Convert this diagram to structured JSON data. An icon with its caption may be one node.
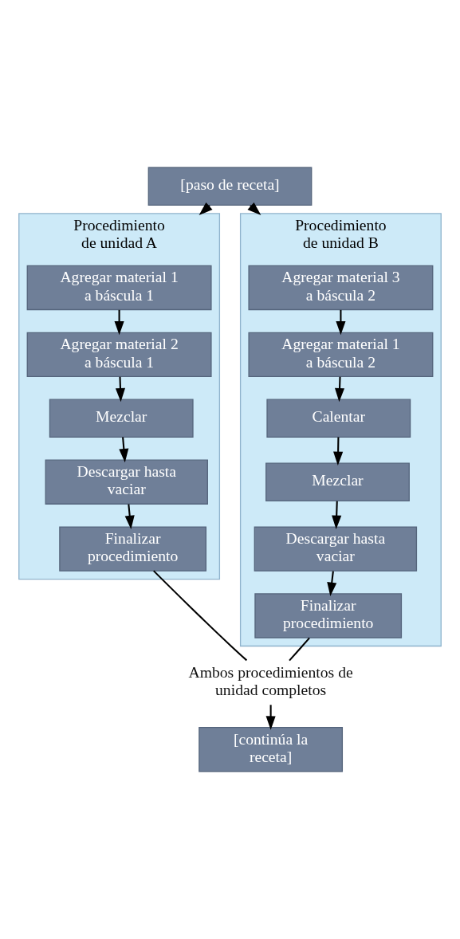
{
  "diagram": {
    "nodes": [
      {
        "text": [
          "[paso de receta]"
        ]
      },
      {
        "text": [
          "Procedimiento de unidad A"
        ]
      },
      {
        "text": [
          "Agregar material 1 a báscula 1"
        ],
        "in": 1
      },
      {
        "text": [
          "Agregar material 2 a báscula 1"
        ],
        "in": 1
      },
      {
        "text": [
          "Mezclar"
        ],
        "in": 1
      },
      {
        "text": [
          "Descargar hasta vaciar"
        ],
        "in": 1
      },
      {
        "text": [
          "Finalizar procedimiento"
        ],
        "in": 1
      },
      {
        "text": [
          "Procedimiento de unidad B"
        ]
      },
      {
        "text": [
          "Agregar material 3 a báscula 2"
        ],
        "in": 7
      },
      {
        "text": [
          "Agregar material 1 a báscula 2"
        ],
        "in": 7
      },
      {
        "text": [
          "Calentar"
        ],
        "in": 7
      },
      {
        "text": [
          "Mezclar"
        ],
        "in": 7
      },
      {
        "text": [
          "Descargar hasta vaciar"
        ],
        "in": 7
      },
      {
        "text": [
          "Finalizar procedimiento"
        ],
        "in": 7
      },
      {
        "text": [
          "Ambos procedimientos de unidad completos"
        ]
      },
      {
        "text": [
          "[continúa la receta]"
        ]
      }
    ],
    "edges": [
      {
        "from": 0,
        "to": 1,
        "arrow": "to"
      },
      {
        "from": 0,
        "to": 7,
        "arrow": "to"
      },
      {
        "from": 2,
        "to": 3,
        "arrow": "to"
      },
      {
        "from": 3,
        "to": 4,
        "arrow": "to"
      },
      {
        "from": 4,
        "to": 5,
        "arrow": "to"
      },
      {
        "from": 5,
        "to": 6,
        "arrow": "to"
      },
      {
        "from": 8,
        "to": 9,
        "arrow": "to"
      },
      {
        "from": 9,
        "to": 10,
        "arrow": "to"
      },
      {
        "from": 10,
        "to": 11,
        "arrow": "to"
      },
      {
        "from": 11,
        "to": 12,
        "arrow": "to"
      },
      {
        "from": 12,
        "to": 13,
        "arrow": "to"
      },
      {
        "from": 6,
        "to": 14,
        "arrow": "none"
      },
      {
        "from": 13,
        "to": 14,
        "arrow": "none"
      },
      {
        "from": 14,
        "to": 15,
        "arrow": "to"
      }
    ]
  }
}
